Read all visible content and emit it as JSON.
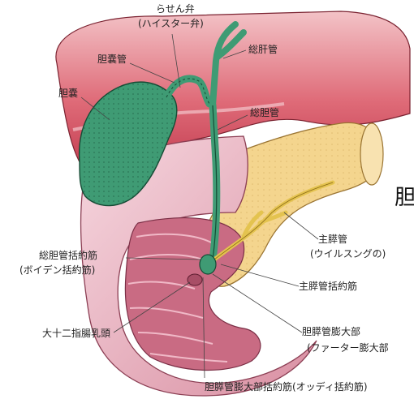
{
  "labels": {
    "spiral_valve": "らせん弁",
    "heister_valve": "(ハイスター弁)",
    "cystic_duct": "胆嚢管",
    "hepatic_duct": "総肝管",
    "gallbladder": "胆嚢",
    "common_bile_duct": "総胆管",
    "main_pancreatic_duct": "主膵管",
    "wirsung": "(ウイルスングの)",
    "cbd_sphincter": "総胆管括約筋",
    "boyden_sphincter": "(ボイデン括約筋)",
    "pd_sphincter": "主膵管括約筋",
    "papilla": "大十二指腸乳頭",
    "ampulla": "胆膵管膨大部",
    "vater": "(ファーター膨大部",
    "ampulla_sphincter": "胆膵管膨大部括約筋(オッディ括約筋)",
    "cut_title": "胆"
  },
  "colors": {
    "liver": "#d84a5c",
    "bile_duct": "#3f9b74",
    "pancreas": "#f4d58e",
    "duodenum": "#e6a9b8"
  }
}
